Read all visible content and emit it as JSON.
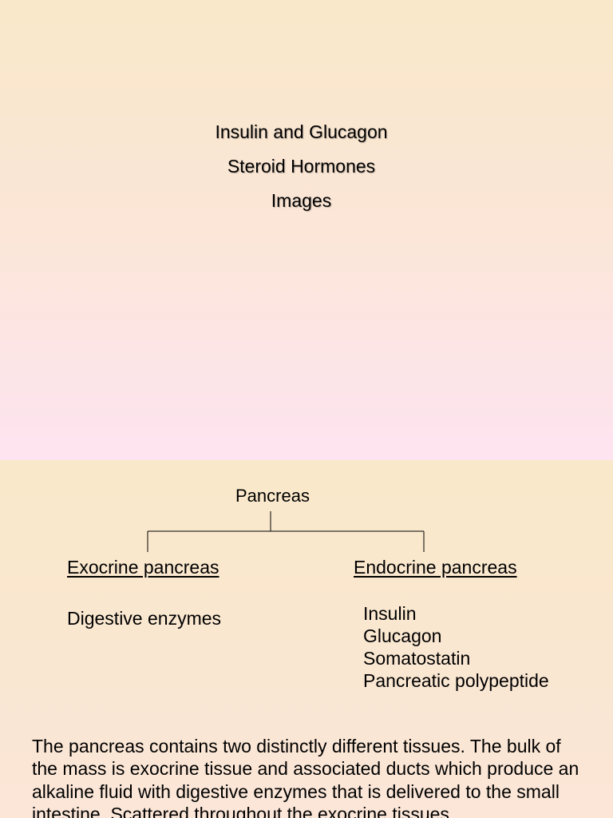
{
  "slide1": {
    "lines": [
      "Insulin and Glucagon",
      "Steroid Hormones",
      "Images"
    ]
  },
  "slide2": {
    "root": "Pancreas",
    "left_heading": "Exocrine pancreas",
    "left_item": "Digestive enzymes",
    "right_heading": "Endocrine pancreas",
    "right_items": [
      "Insulin",
      "Glucagon",
      "Somatostatin",
      "Pancreatic polypeptide"
    ],
    "paragraph": "The pancreas contains two distinctly different tissues.  The bulk of the mass is exocrine tissue and associated ducts which produce an alkaline fluid with digestive enzymes that is delivered to the small intestine.  Scattered throughout the exocrine tissues"
  }
}
